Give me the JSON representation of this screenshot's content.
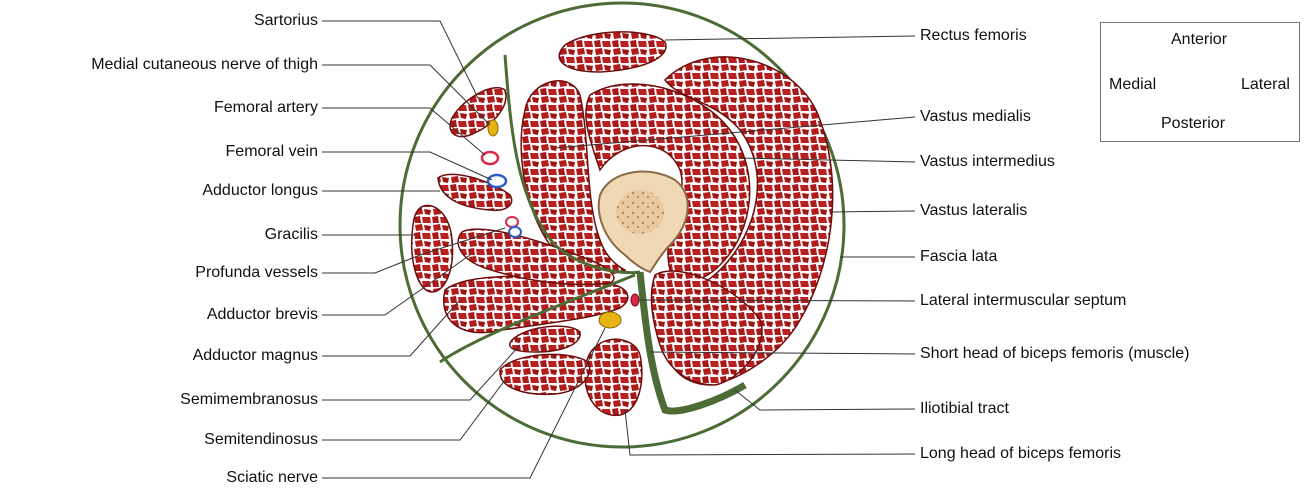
{
  "colors": {
    "muscle": "#b31b1b",
    "muscle_dark": "#6e0d0d",
    "fascia": "#4d6b35",
    "bone": "#f1d8b4",
    "artery": "#d8294a",
    "vein": "#2e5ccc",
    "nerve": "#e6b511",
    "legend_cross": "#cc2222"
  },
  "labels_left": [
    "Sartorius",
    "Medial cutaneous nerve of thigh",
    "Femoral artery",
    "Femoral vein",
    "Adductor longus",
    "Gracilis",
    "Profunda vessels",
    "Adductor brevis",
    "Adductor magnus",
    "Semimembranosus",
    "Semitendinosus",
    "Sciatic nerve"
  ],
  "labels_right": [
    "Rectus femoris",
    "Vastus medialis",
    "Vastus intermedius",
    "Vastus lateralis",
    "Fascia lata",
    "Lateral intermuscular septum",
    "Short head of biceps femoris (muscle)",
    "Iliotibial tract",
    "Long head of biceps femoris"
  ],
  "orientation": {
    "anterior": "Anterior",
    "posterior": "Posterior",
    "medial": "Medial",
    "lateral": "Lateral"
  }
}
